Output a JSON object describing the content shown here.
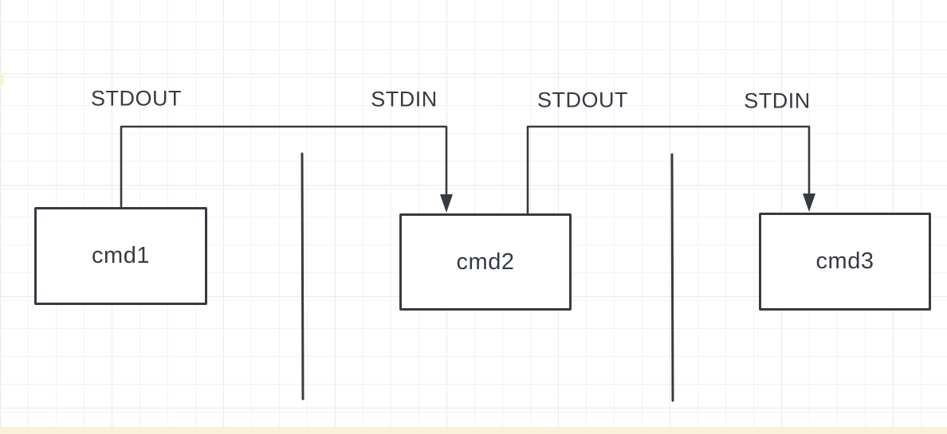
{
  "diagram": {
    "nodes": [
      {
        "id": "cmd1",
        "label": "cmd1"
      },
      {
        "id": "cmd2",
        "label": "cmd2"
      },
      {
        "id": "cmd3",
        "label": "cmd3"
      }
    ],
    "edges": [
      {
        "from": "cmd1",
        "to": "cmd2",
        "source_label": "STDOUT",
        "target_label": "STDIN"
      },
      {
        "from": "cmd2",
        "to": "cmd3",
        "source_label": "STDOUT",
        "target_label": "STDIN"
      }
    ]
  },
  "colors": {
    "stroke": "#363b42",
    "node_fill": "#ffffff",
    "canvas_bg": "#ffffff",
    "grid_minor": "#f2f2f3",
    "grid_major": "#e9e9eb",
    "edge_strip": "#faf2d8"
  }
}
